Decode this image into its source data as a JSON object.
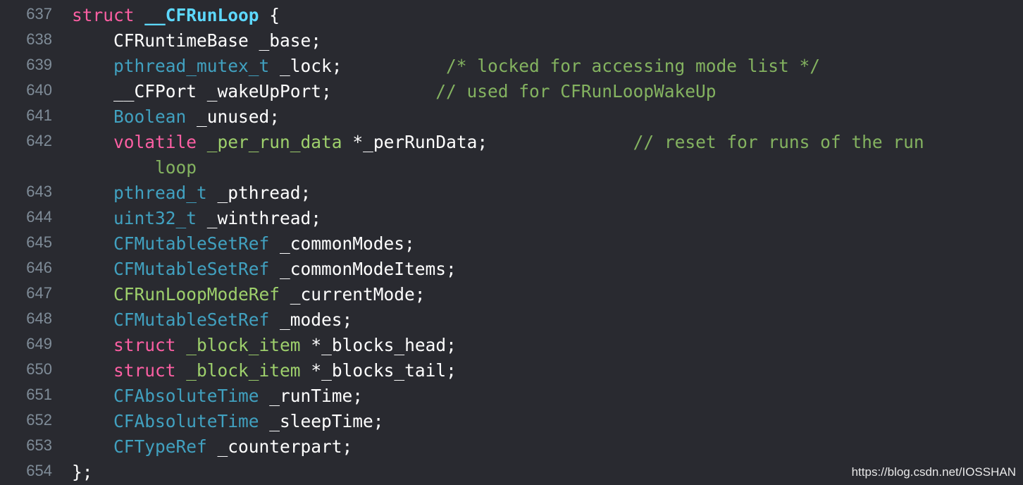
{
  "editor": {
    "lines": [
      {
        "num": "637",
        "tokens": [
          [
            "kw",
            "struct"
          ],
          [
            "pl",
            " "
          ],
          [
            "tp",
            "__CFRunLoop"
          ],
          [
            "pl",
            " {"
          ]
        ]
      },
      {
        "num": "638",
        "tokens": [
          [
            "pl",
            "    CFRuntimeBase _base;"
          ]
        ]
      },
      {
        "num": "639",
        "tokens": [
          [
            "pl",
            "    "
          ],
          [
            "sys",
            "pthread_mutex_t"
          ],
          [
            "pl",
            " _lock;          "
          ],
          [
            "cm2",
            "/* locked for accessing mode list */"
          ]
        ]
      },
      {
        "num": "640",
        "tokens": [
          [
            "pl",
            "    __CFPort _wakeUpPort;          "
          ],
          [
            "cm2",
            "// used for CFRunLoopWakeUp"
          ]
        ]
      },
      {
        "num": "641",
        "tokens": [
          [
            "pl",
            "    "
          ],
          [
            "sys",
            "Boolean"
          ],
          [
            "pl",
            " _unused;"
          ]
        ]
      },
      {
        "num": "642",
        "tokens": [
          [
            "pl",
            "    "
          ],
          [
            "kw",
            "volatile"
          ],
          [
            "pl",
            " "
          ],
          [
            "projt",
            "_per_run_data"
          ],
          [
            "pl",
            " *_perRunData;              "
          ],
          [
            "cm2",
            "// reset for runs of the run"
          ]
        ]
      },
      {
        "num": "",
        "tokens": [
          [
            "pl",
            "        "
          ],
          [
            "cm2",
            "loop"
          ]
        ]
      },
      {
        "num": "643",
        "tokens": [
          [
            "pl",
            "    "
          ],
          [
            "sys",
            "pthread_t"
          ],
          [
            "pl",
            " _pthread;"
          ]
        ]
      },
      {
        "num": "644",
        "tokens": [
          [
            "pl",
            "    "
          ],
          [
            "sys",
            "uint32_t"
          ],
          [
            "pl",
            " _winthread;"
          ]
        ]
      },
      {
        "num": "645",
        "tokens": [
          [
            "pl",
            "    "
          ],
          [
            "sys",
            "CFMutableSetRef"
          ],
          [
            "pl",
            " _commonModes;"
          ]
        ]
      },
      {
        "num": "646",
        "tokens": [
          [
            "pl",
            "    "
          ],
          [
            "sys",
            "CFMutableSetRef"
          ],
          [
            "pl",
            " _commonModeItems;"
          ]
        ]
      },
      {
        "num": "647",
        "tokens": [
          [
            "pl",
            "    "
          ],
          [
            "projt",
            "CFRunLoopModeRef"
          ],
          [
            "pl",
            " _currentMode;"
          ]
        ]
      },
      {
        "num": "648",
        "tokens": [
          [
            "pl",
            "    "
          ],
          [
            "sys",
            "CFMutableSetRef"
          ],
          [
            "pl",
            " _modes;"
          ]
        ]
      },
      {
        "num": "649",
        "tokens": [
          [
            "pl",
            "    "
          ],
          [
            "kw",
            "struct"
          ],
          [
            "pl",
            " "
          ],
          [
            "projt",
            "_block_item"
          ],
          [
            "pl",
            " *_blocks_head;"
          ]
        ]
      },
      {
        "num": "650",
        "tokens": [
          [
            "pl",
            "    "
          ],
          [
            "kw",
            "struct"
          ],
          [
            "pl",
            " "
          ],
          [
            "projt",
            "_block_item"
          ],
          [
            "pl",
            " *_blocks_tail;"
          ]
        ]
      },
      {
        "num": "651",
        "tokens": [
          [
            "pl",
            "    "
          ],
          [
            "sys",
            "CFAbsoluteTime"
          ],
          [
            "pl",
            " _runTime;"
          ]
        ]
      },
      {
        "num": "652",
        "tokens": [
          [
            "pl",
            "    "
          ],
          [
            "sys",
            "CFAbsoluteTime"
          ],
          [
            "pl",
            " _sleepTime;"
          ]
        ]
      },
      {
        "num": "653",
        "tokens": [
          [
            "pl",
            "    "
          ],
          [
            "sys",
            "CFTypeRef"
          ],
          [
            "pl",
            " _counterpart;"
          ]
        ]
      },
      {
        "num": "654",
        "tokens": [
          [
            "pl",
            "};"
          ]
        ]
      }
    ]
  },
  "watermark": "https://blog.csdn.net/IOSSHAN"
}
